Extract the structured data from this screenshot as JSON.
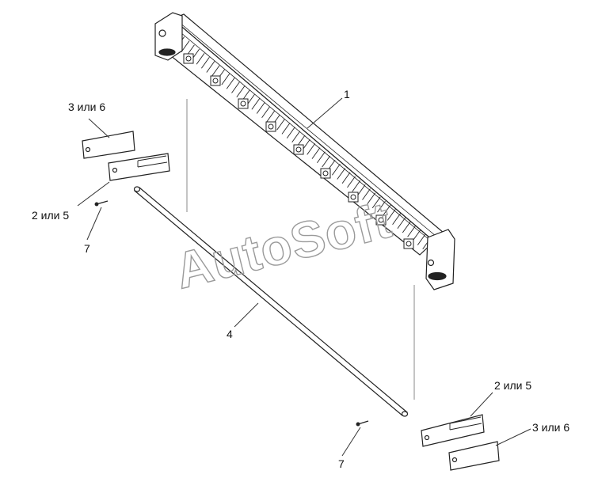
{
  "callouts": {
    "c1": "1",
    "c3or6_top": "3 или 6",
    "c2or5_top": "2 или 5",
    "c7_top": "7",
    "c4": "4",
    "c2or5_bottom": "2 или 5",
    "c3or6_bottom": "3 или 6",
    "c7_bottom": "7"
  },
  "watermark": "AutoSoft",
  "colors": {
    "line": "#222222",
    "leader": "#333333",
    "watermark": "#9a9a9a"
  }
}
